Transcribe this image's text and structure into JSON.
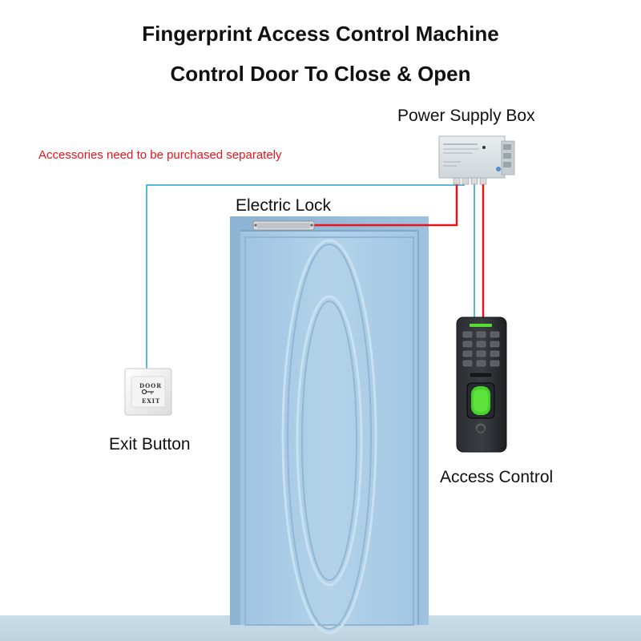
{
  "title_line1": "Fingerprint Access Control Machine",
  "title_line2": "Control Door To Close & Open",
  "note": "Accessories need to be purchased separately",
  "labels": {
    "power_supply": "Power Supply Box",
    "electric_lock": "Electric Lock",
    "exit_button": "Exit Button",
    "access_control": "Access Control"
  },
  "exit_button_text": {
    "top": "DOOR",
    "bottom": "EXIT"
  },
  "colors": {
    "wire_red": "#e8141b",
    "wire_blue": "#59b8d6",
    "door": "#a9cbe5",
    "door_frame": "#93b9d8",
    "note": "#e8141b"
  }
}
